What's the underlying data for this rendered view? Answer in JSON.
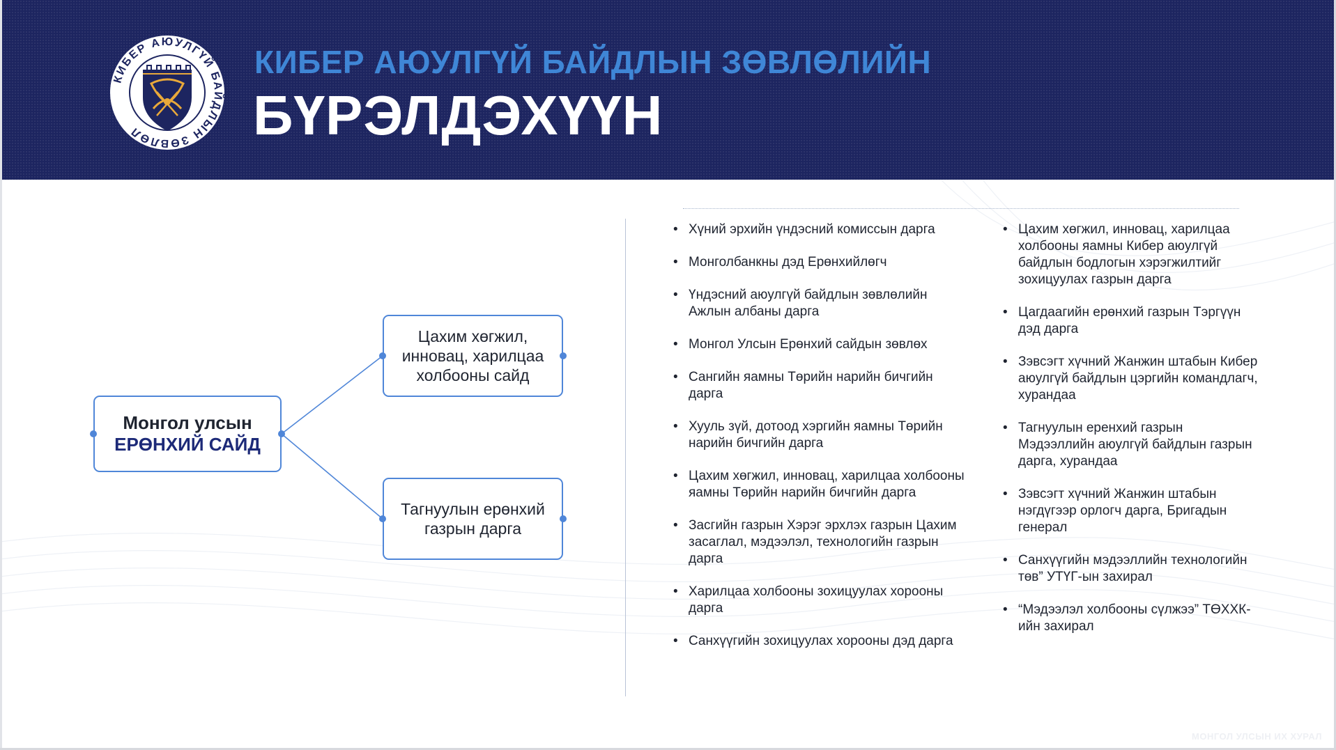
{
  "header": {
    "logo": {
      "ring_text": "КИБЕР АЮУЛГҮЙ БАЙДЛЫН ЗӨВЛӨЛ",
      "icon": "shield-emblem-icon",
      "accent_color": "#e9a93a"
    },
    "title_line1": "КИБЕР АЮУЛГҮЙ БАЙДЛЫН ЗӨВЛӨЛИЙН",
    "title_line2": "БҮРЭЛДЭХҮҮН",
    "background_color": "#1d2560",
    "title_line1_color": "#3f86d6"
  },
  "diagram": {
    "main_node": {
      "line1": "Монгол улсын",
      "line2": "ЕРӨНХИЙ САЙД"
    },
    "child_nodes": [
      {
        "label": "Цахим хөгжил, инновац, харилцаа холбооны сайд"
      },
      {
        "label": "Тагнуулын ерөнхий газрын дарга"
      }
    ],
    "line_color": "#4f86d8"
  },
  "members": {
    "column1": [
      "Хүний эрхийн үндэсний комиссын дарга",
      "Монголбанкны дэд Ерөнхийлөгч",
      "Үндэсний аюулгүй байдлын зөвлөлийн Ажлын  албаны дарга",
      "Монгол Улсын Ерөнхий сайдын зөвлөх",
      "Сангийн яамны Төрийн нарийн бичгийн дарга",
      "Хууль зүй, дотоод хэргийн яамны Төрийн нарийн бичгийн дарга",
      "Цахим хөгжил, инновац, харилцаа холбооны яамны Төрийн нарийн бичгийн дарга",
      "Засгийн газрын Хэрэг эрхлэх газрын Цахим  засаглал, мэдээлэл, технологийн газрын дарга",
      "Харилцаа холбооны зохицуулах хорооны дарга",
      "Санхүүгийн зохицуулах хорооны дэд дарга"
    ],
    "column2": [
      "Цахим хөгжил, инновац, харилцаа холбооны  яамны Кибер аюулгүй байдлын бодлогын  хэрэгжилтийг зохицуулах газрын дарга",
      "Цагдаагийн ерөнхий газрын Тэргүүн дэд дарга",
      "Зэвсэгт хүчний Жанжин штабын Кибер аюулгүй  байдлын цэргийн командлагч, хурандаа",
      "Тагнуулын еренхий газрын Мэдээллийн аюулгүй  байдлын газрын дарга, хурандаа",
      "Зэвсэгт хүчний Жанжин штабын нэгдүгээр орлогч  дарга, Бригадын генерал",
      "Санхүүгийн мэдээллийн технологийн төв” УТҮГ-ын захирал",
      "“Мэдээлэл холбооны сүлжээ” ТӨХХК-ийн захирал"
    ]
  },
  "footer": {
    "watermark": "МОНГОЛ УЛСЫН ИХ ХУРАЛ"
  }
}
